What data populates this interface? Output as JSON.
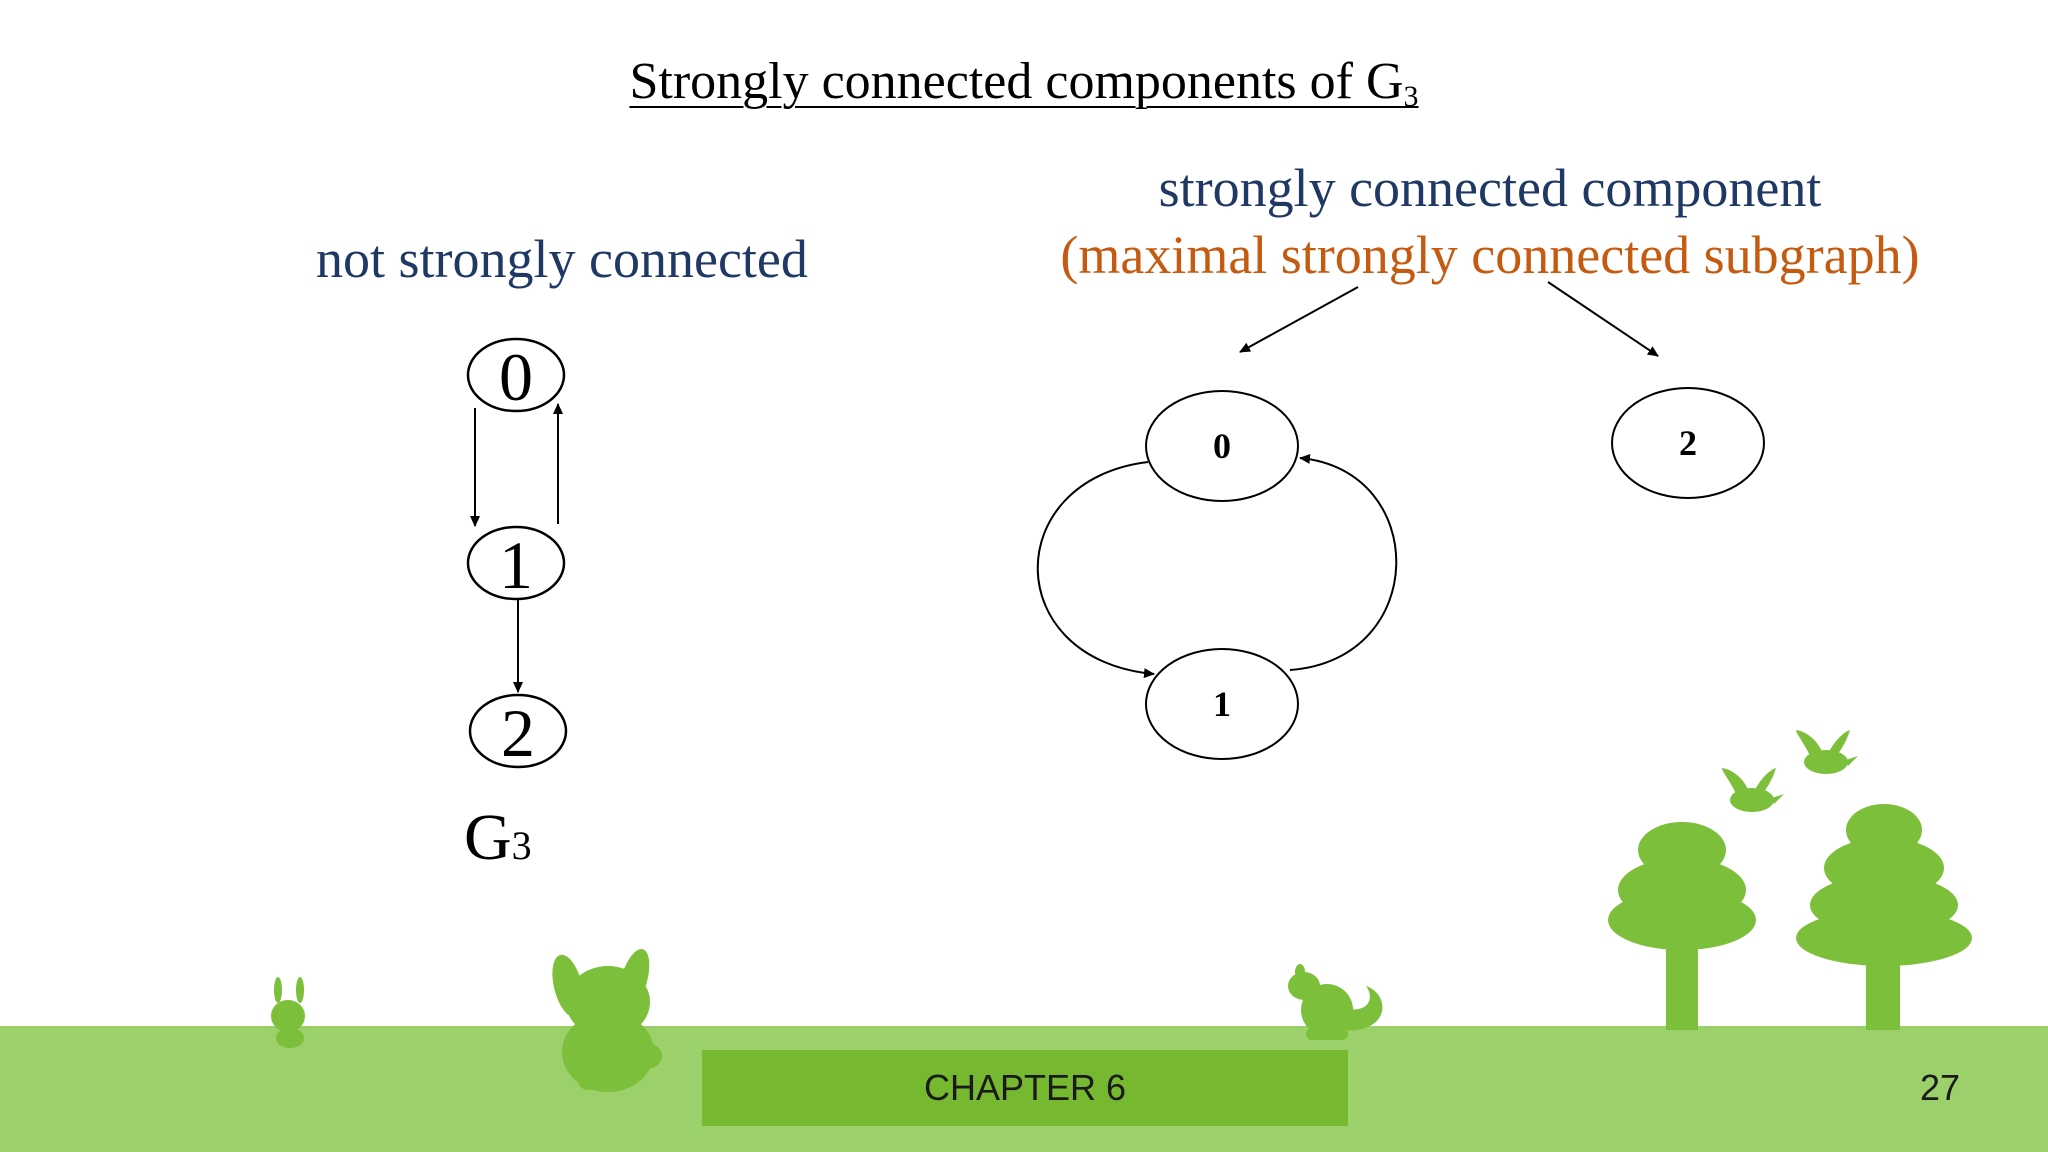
{
  "slide": {
    "title": "Strongly connected components of G",
    "title_sub": "3",
    "left_label": "not strongly connected",
    "right_label_line1": "strongly connected component",
    "right_label_line2": "(maximal strongly connected subgraph)",
    "graph_label": "G",
    "graph_label_sub": "3",
    "footer_text": "CHAPTER 6",
    "page_number": "27"
  },
  "graph_g3": {
    "nodes": [
      "0",
      "1",
      "2"
    ],
    "edges": [
      [
        "0",
        "1"
      ],
      [
        "1",
        "0"
      ],
      [
        "1",
        "2"
      ]
    ]
  },
  "components": {
    "nodes": [
      "0",
      "1",
      "2"
    ],
    "edges": [
      [
        "0",
        "1"
      ],
      [
        "1",
        "0"
      ]
    ]
  },
  "colors": {
    "blue_text": "#1f3864",
    "orange_text": "#c55a11",
    "ground": "#9bd06a",
    "footer_bar": "#76b82f",
    "silhouette": "#7cbf3a"
  }
}
